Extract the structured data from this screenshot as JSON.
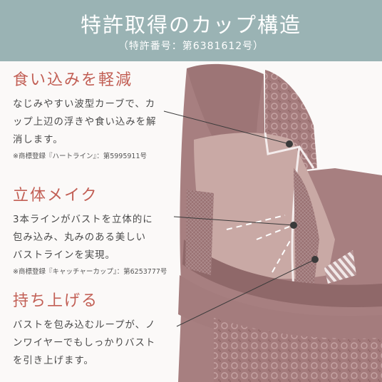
{
  "header": {
    "title": "特許取得のカップ構造",
    "subtitle": "（特許番号：第6381612号）"
  },
  "features": [
    {
      "heading": "食い込みを軽減",
      "lines": [
        "なじみやすい波型カーブで、カ",
        "ップ上辺の浮きや食い込みを解",
        "消します。"
      ],
      "note": "※商標登録『ハートライン』：第5995911号"
    },
    {
      "heading": "立体メイク",
      "lines": [
        "3本ラインがバストを立体的に",
        "包み込み、丸みのある美しい",
        "バストラインを実現。"
      ],
      "note": "※商標登録『キャッチャーカップ』：第6253777号"
    },
    {
      "heading": "持ち上げる",
      "lines": [
        "バストを包み込むループが、ノ",
        "ンワイヤーでもしっかりバスト",
        "を引き上げます。"
      ],
      "note": ""
    }
  ],
  "colors": {
    "header_bg": "#9ab3b4",
    "heading_red": "#c25f55",
    "fabric": "#a77f80"
  }
}
